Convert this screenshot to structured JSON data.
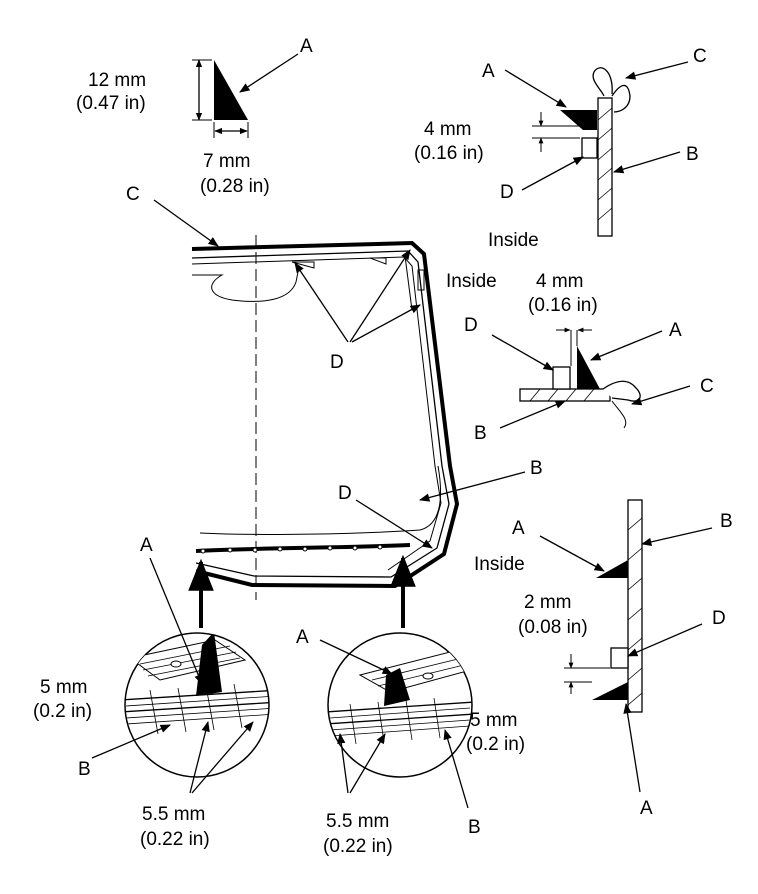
{
  "labels": {
    "A": "A",
    "B": "B",
    "C": "C",
    "D": "D",
    "inside": "Inside"
  },
  "dimensions": {
    "sealer_height_mm": "12 mm",
    "sealer_height_in": "(0.47 in)",
    "sealer_width_mm": "7 mm",
    "sealer_width_in": "(0.28 in)",
    "gap_4_mm": "4 mm",
    "gap_4_in": "(0.16 in)",
    "gap_2_mm": "2 mm",
    "gap_2_in": "(0.08 in)",
    "dist_5_mm": "5 mm",
    "dist_5_in": "(0.2 in)",
    "dist_55_mm": "5.5 mm",
    "dist_55_in": "(0.22 in)"
  }
}
